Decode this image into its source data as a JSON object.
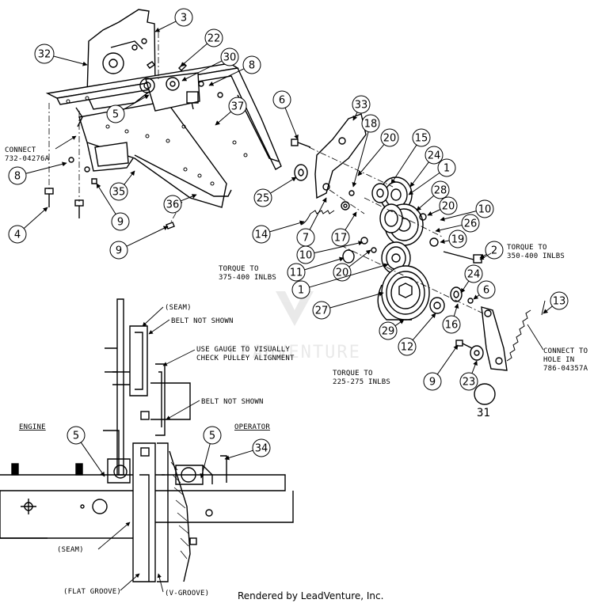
{
  "callouts": [
    {
      "n": "3"
    },
    {
      "n": "22"
    },
    {
      "n": "30"
    },
    {
      "n": "32"
    },
    {
      "n": "8"
    },
    {
      "n": "37"
    },
    {
      "n": "5"
    },
    {
      "n": "8"
    },
    {
      "n": "9"
    },
    {
      "n": "35"
    },
    {
      "n": "36"
    },
    {
      "n": "4"
    },
    {
      "n": "9"
    },
    {
      "n": "6"
    },
    {
      "n": "33"
    },
    {
      "n": "18"
    },
    {
      "n": "20"
    },
    {
      "n": "15"
    },
    {
      "n": "24"
    },
    {
      "n": "1"
    },
    {
      "n": "28"
    },
    {
      "n": "25"
    },
    {
      "n": "20"
    },
    {
      "n": "10"
    },
    {
      "n": "26"
    },
    {
      "n": "14"
    },
    {
      "n": "7"
    },
    {
      "n": "17"
    },
    {
      "n": "19"
    },
    {
      "n": "2"
    },
    {
      "n": "10"
    },
    {
      "n": "11"
    },
    {
      "n": "20"
    },
    {
      "n": "1"
    },
    {
      "n": "24"
    },
    {
      "n": "6"
    },
    {
      "n": "27"
    },
    {
      "n": "16"
    },
    {
      "n": "13"
    },
    {
      "n": "29"
    },
    {
      "n": "12"
    },
    {
      "n": "9"
    },
    {
      "n": "23"
    },
    {
      "n": "5"
    },
    {
      "n": "5"
    },
    {
      "n": "34"
    }
  ],
  "notes": {
    "connect_left_1": "CONNECT",
    "connect_left_2": "732-04276A",
    "torque_right_1": "TORQUE TO",
    "torque_right_2": "350-400 INLBS",
    "torque_mid_1": "TORQUE TO",
    "torque_mid_2": "375-400 INLBS",
    "torque_low_1": "TORQUE TO",
    "torque_low_2": "225-275 INLBS",
    "connect_right_1": "CONNECT TO",
    "connect_right_2": "HOLE IN",
    "connect_right_3": "786-04357A",
    "part_31": "31",
    "seam_top": "(SEAM)",
    "belt_not_shown_1": "BELT NOT SHOWN",
    "gauge_1": "USE GAUGE TO VISUALLY",
    "gauge_2": "CHECK PULLEY ALIGNMENT",
    "belt_not_shown_2": "BELT NOT SHOWN",
    "engine": "ENGINE",
    "operator": "OPERATOR",
    "seam_bottom": "(SEAM)",
    "flat_groove": "(FLAT GROOVE)",
    "v_groove": "(V-GROOVE)"
  },
  "watermark": "LEADVENTURE",
  "footer": "Rendered by LeadVenture, Inc."
}
